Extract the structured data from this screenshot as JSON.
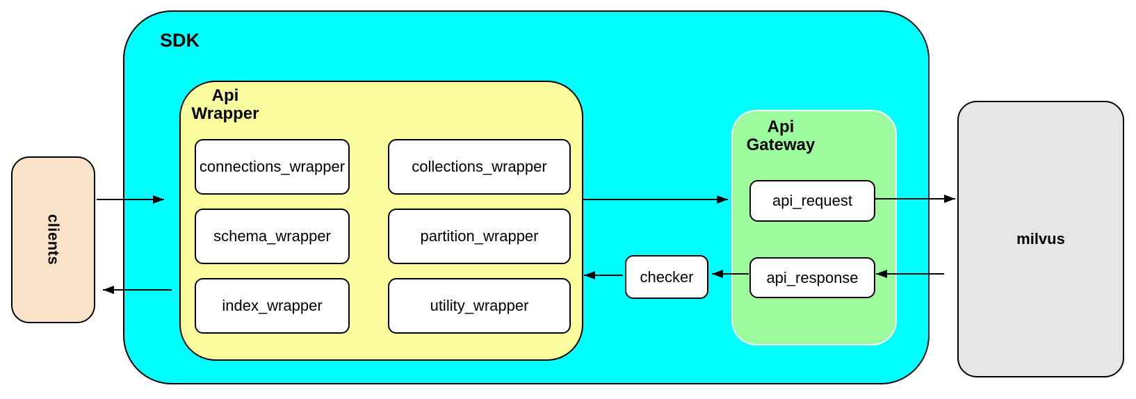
{
  "colors": {
    "stroke": "#000000",
    "sdk_fill": "#00FFFF",
    "wrapper_fill": "#FBFC9D",
    "gateway_fill": "#9CFB9C",
    "gateway_stroke": "#FFFFFF",
    "clients_fill": "#FBE3C9",
    "milvus_fill": "#E6E6E6",
    "box_fill": "#FFFFFF"
  },
  "nodes": {
    "clients": {
      "label": "clients"
    },
    "sdk": {
      "label": "SDK"
    },
    "api_wrapper": {
      "label": "Api Wrapper",
      "modules": [
        "connections_wrapper",
        "collections_wrapper",
        "schema_wrapper",
        "partition_wrapper",
        "index_wrapper",
        "utility_wrapper"
      ]
    },
    "api_gateway": {
      "label": "Api Gateway",
      "api_request": "api_request",
      "api_response": "api_response"
    },
    "checker": {
      "label": "checker"
    },
    "milvus": {
      "label": "milvus"
    }
  },
  "edges": [
    {
      "from": "clients",
      "to": "api_wrapper"
    },
    {
      "from": "api_wrapper",
      "to": "clients"
    },
    {
      "from": "api_wrapper",
      "to": "api_gateway"
    },
    {
      "from": "api_request",
      "to": "milvus"
    },
    {
      "from": "milvus",
      "to": "api_response"
    },
    {
      "from": "api_response",
      "to": "checker"
    },
    {
      "from": "checker",
      "to": "api_wrapper"
    }
  ]
}
